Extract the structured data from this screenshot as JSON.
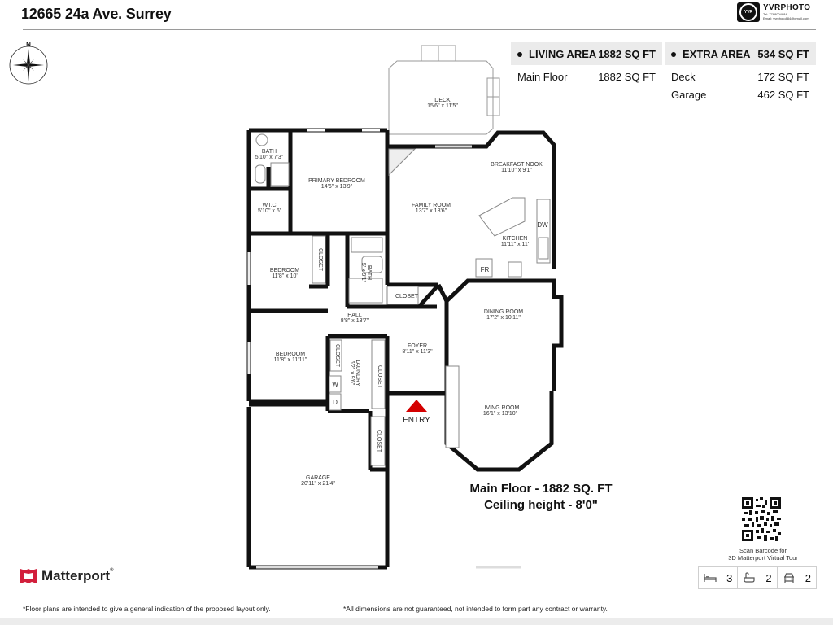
{
  "header": {
    "address": "12665 24a Ave. Surrey",
    "brand": {
      "logo_badge": "YVR",
      "name": "YVRPHOTO",
      "tel": "Tel: 7788004884",
      "email": "Email: yvrphoto884@gmail.com"
    }
  },
  "compass": {
    "label": "N"
  },
  "living_area": {
    "label": "LIVING AREA",
    "total": "1882 SQ FT",
    "rows": [
      {
        "name": "Main Floor",
        "value": "1882 SQ FT"
      }
    ]
  },
  "extra_area": {
    "label": "EXTRA AREA",
    "total": "534 SQ FT",
    "rows": [
      {
        "name": "Deck",
        "value": "172 SQ FT"
      },
      {
        "name": "Garage",
        "value": "462 SQ FT"
      }
    ]
  },
  "floorplan": {
    "rooms": [
      {
        "name": "DECK",
        "dims": "15'6\" x 11'5\""
      },
      {
        "name": "BATH",
        "dims": "5'10\" x 7'3\""
      },
      {
        "name": "PRIMARY BEDROOM",
        "dims": "14'6\" x 13'9\""
      },
      {
        "name": "W.I.C",
        "dims": "5'10\" x 6'"
      },
      {
        "name": "BREAKFAST NOOK",
        "dims": "11'10\" x 9'1\""
      },
      {
        "name": "FAMILY ROOM",
        "dims": "13'7\" x 18'6\""
      },
      {
        "name": "KITCHEN",
        "dims": "11'11\" x 11'"
      },
      {
        "name": "BEDROOM",
        "dims": "11'8\" x 10'"
      },
      {
        "name": "BATH",
        "dims": "5' x 9'1\""
      },
      {
        "name": "HALL",
        "dims": "8'8\" x 13'7\""
      },
      {
        "name": "DINING ROOM",
        "dims": "17'2\" x 10'11\""
      },
      {
        "name": "BEDROOM",
        "dims": "11'8\" x 11'11\""
      },
      {
        "name": "LAUNDRY",
        "dims": "6'2\" x 9'6\""
      },
      {
        "name": "FOYER",
        "dims": "8'11\" x 11'3\""
      },
      {
        "name": "LIVING ROOM",
        "dims": "16'1\" x 13'10\""
      },
      {
        "name": "GARAGE",
        "dims": "20'11\" x 21'4\""
      }
    ],
    "labels": {
      "closet": "CLOSET",
      "dw": "DW",
      "fr": "FR",
      "washer": "W",
      "dryer": "D",
      "entry": "ENTRY"
    },
    "entry_color": "#d40000"
  },
  "floor_caption": {
    "line1": "Main Floor - 1882 SQ. FT",
    "line2": "Ceiling height - 8'0\""
  },
  "qr": {
    "caption_line1": "Scan Barcode for",
    "caption_line2": "3D Matterport Virtual Tour"
  },
  "stats": {
    "bedrooms": {
      "icon": "bed-icon",
      "value": "3"
    },
    "bathrooms": {
      "icon": "bathtub-icon",
      "value": "2"
    },
    "parking": {
      "icon": "car-icon",
      "value": "2"
    }
  },
  "footer": {
    "brand": "Matterport",
    "brand_color": "#d21f3c",
    "disclaimer_left": "*Floor plans are intended to give a general indication of the proposed layout only.",
    "disclaimer_right": "*All dimensions are not guaranteed, not intended to form part any contract or warranty."
  }
}
